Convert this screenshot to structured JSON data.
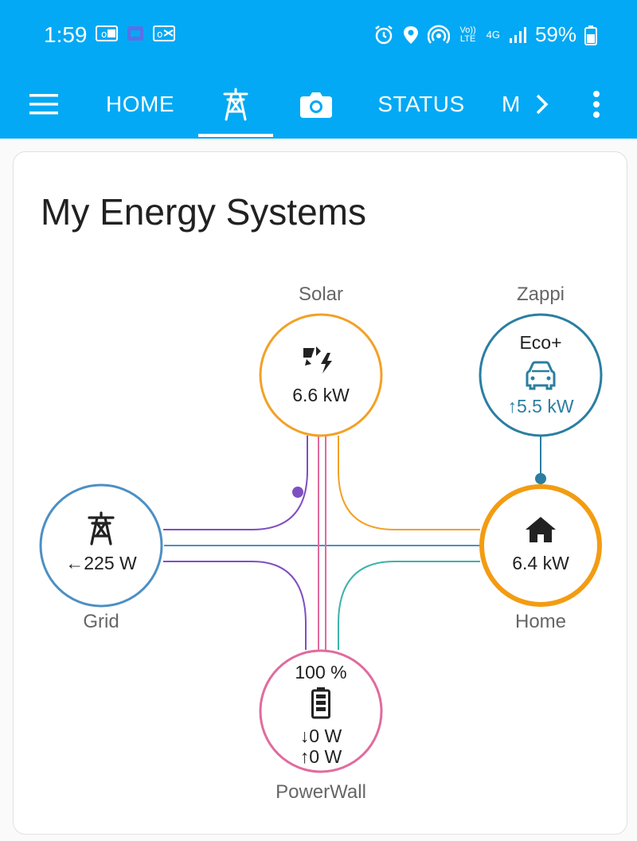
{
  "statusbar": {
    "time": "1:59",
    "battery": "59%",
    "icons_left": [
      "outlook-icon",
      "calendar-icon",
      "outlook-icon"
    ],
    "icons_right": [
      "alarm-icon",
      "location-icon",
      "hotspot-icon",
      "volte-icon",
      "4g-icon",
      "signal-icon",
      "battery-icon"
    ],
    "volte": "Vo)) LTE",
    "net": "4G"
  },
  "toolbar": {
    "tabs": [
      {
        "label": "HOME",
        "type": "text"
      },
      {
        "label": "",
        "type": "icon",
        "icon": "transmission-tower-icon",
        "active": true
      },
      {
        "label": "",
        "type": "icon",
        "icon": "camera-icon"
      },
      {
        "label": "STATUS",
        "type": "text"
      },
      {
        "label": "M",
        "type": "text"
      }
    ]
  },
  "card": {
    "title": "My Energy Systems",
    "nodes": {
      "solar": {
        "label": "Solar",
        "value": "6.6 kW",
        "color": "#f2a127"
      },
      "zappi": {
        "label": "Zappi",
        "mode": "Eco+",
        "value": "↑5.5 kW",
        "color": "#2b7ea1"
      },
      "grid": {
        "label": "Grid",
        "value": "←225 W",
        "color": "#4d8fc3"
      },
      "home": {
        "label": "Home",
        "value": "6.4 kW",
        "color": "#f39c12"
      },
      "battery": {
        "label": "PowerWall",
        "percent": "100 %",
        "in": "↓0 W",
        "out": "↑0 W",
        "color": "#e06b9e"
      }
    }
  },
  "colors": {
    "primary": "#03a9f4",
    "solar_flow": "#f2a127",
    "grid_flow": "#7f4fc2",
    "battery_flow": "#e06b9e",
    "teal_flow": "#3bb3a9",
    "grid_line": "#4d8fc3"
  }
}
